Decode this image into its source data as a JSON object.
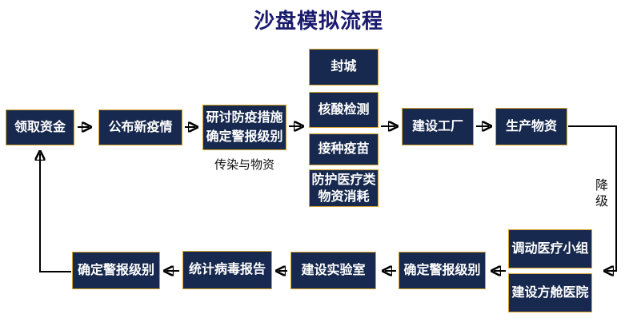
{
  "title": "沙盘模拟流程",
  "colors": {
    "title": "#1a1a6e",
    "box_fill": "#17294e",
    "box_border": "#d8a428",
    "box_text": "#ffffff",
    "arrow": "#000000",
    "caption_text": "#111111"
  },
  "nodes": {
    "receive_funds": {
      "label": "领取资金"
    },
    "announce_epidemic": {
      "label": "公布新疫情"
    },
    "discuss_measures": {
      "line1": "研讨防疫措施",
      "line2": "确定警报级别"
    },
    "lockdown": {
      "label": "封城"
    },
    "nucleic_test": {
      "label": "核酸检测"
    },
    "vaccinate": {
      "label": "接种疫苗"
    },
    "medical_consume": {
      "line1": "防护医疗类",
      "line2": "物资消耗"
    },
    "build_factory": {
      "label": "建设工厂"
    },
    "produce_supplies": {
      "label": "生产物资"
    },
    "dispatch_medical": {
      "label": "调动医疗小组"
    },
    "cabin_hospital": {
      "label": "建设方舱医院"
    },
    "set_alert_right": {
      "label": "确定警报级别"
    },
    "build_lab": {
      "label": "建设实验室"
    },
    "virus_report": {
      "label": "统计病毒报告"
    },
    "set_alert_left": {
      "label": "确定警报级别"
    }
  },
  "captions": {
    "infection_supplies": "传染与物资",
    "downgrade": "降级"
  },
  "flow_order": [
    "领取资金",
    "公布新疫情",
    "研讨防疫措施 确定警报级别",
    "封城 / 核酸检测 / 接种疫苗 / 防护医疗类物资消耗",
    "建设工厂",
    "生产物资",
    "降级",
    "调动医疗小组 / 建设方舱医院",
    "确定警报级别",
    "建设实验室",
    "统计病毒报告",
    "确定警报级别",
    "领取资金"
  ]
}
